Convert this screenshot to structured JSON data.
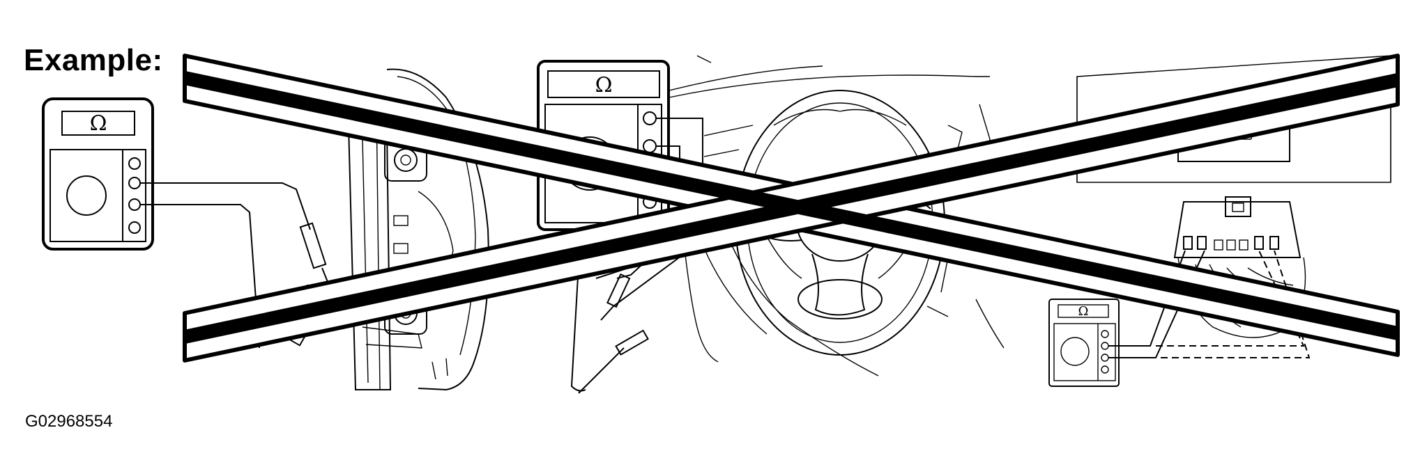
{
  "diagram": {
    "title": "Example:",
    "figure_id": "G02968554",
    "meters": [
      {
        "id": "meter-left",
        "symbol": "Ω"
      },
      {
        "id": "meter-center",
        "symbol": "Ω"
      },
      {
        "id": "meter-right",
        "symbol": "Ω"
      }
    ],
    "cross_out": true
  }
}
